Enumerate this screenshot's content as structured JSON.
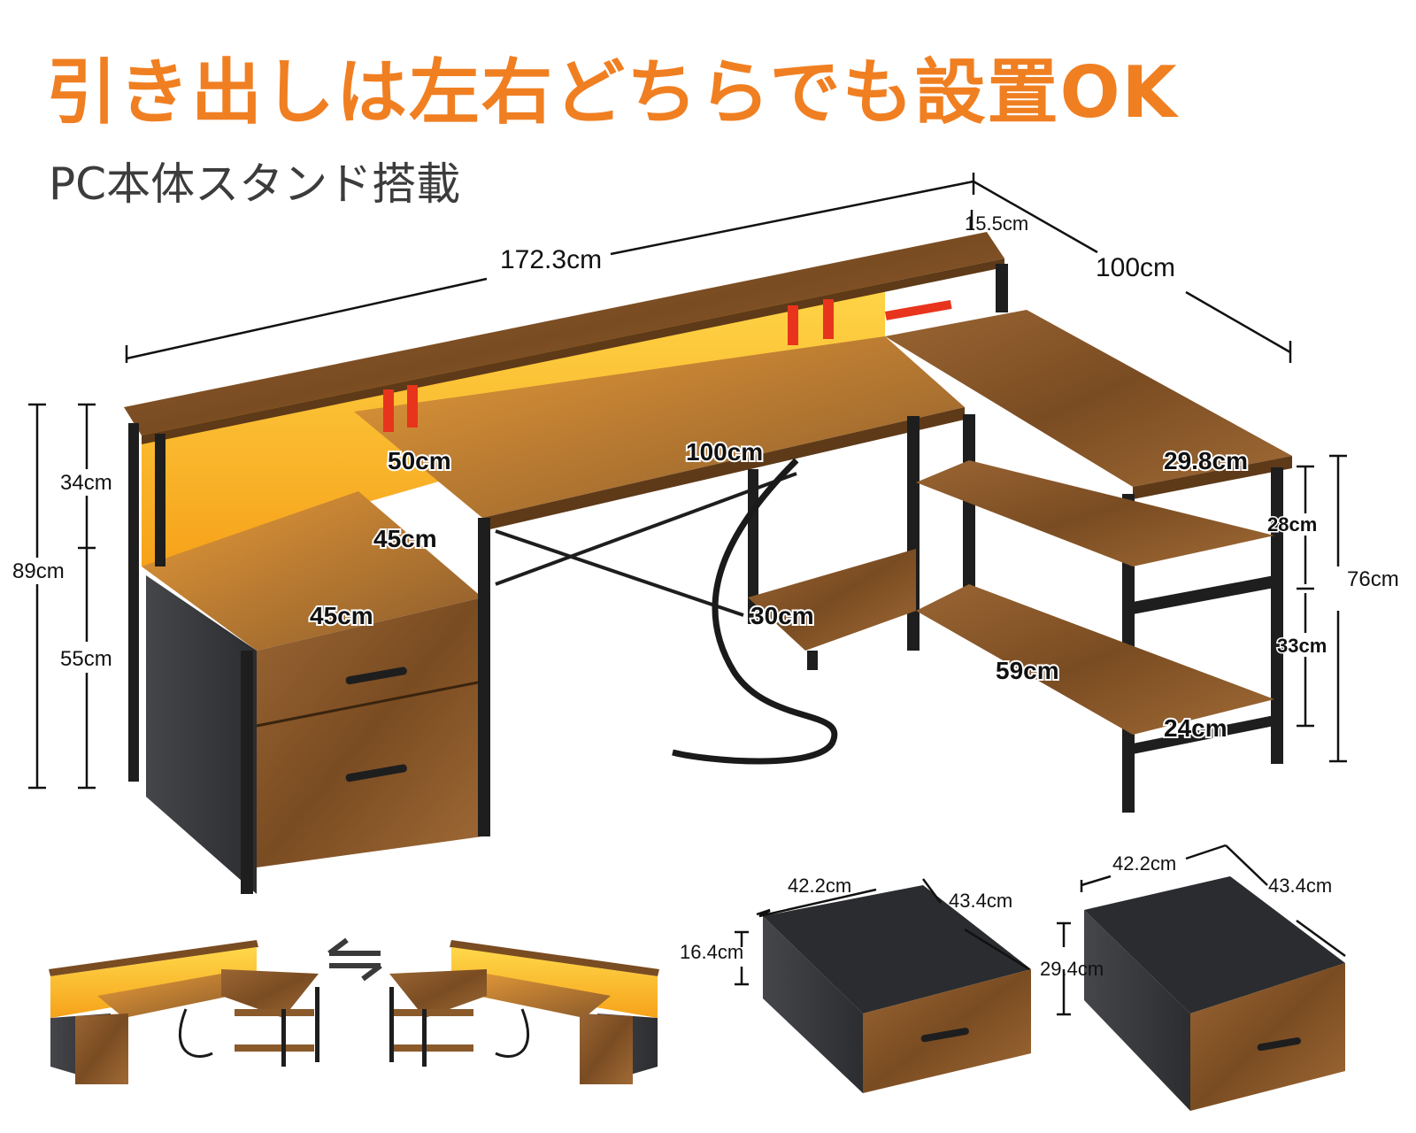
{
  "headline": "引き出しは左右どちらでも設置OK",
  "subtitle": "PC本体スタンド搭載",
  "colors": {
    "accent_orange": "#f07f22",
    "subtitle_gray": "#3c3c3c",
    "wood": "#8a5a2b",
    "wood_dark": "#5e3a18",
    "frame_black": "#1e1e1e",
    "led_yellow": "#ffc21a",
    "led_red": "#e8341c",
    "fabric_gray": "#3a3b3f"
  },
  "desk_dimensions": {
    "total_width": "172.3cm",
    "side_length": "100cm",
    "monitor_shelf_depth": "15.5cm",
    "desk_depth_left": "50cm",
    "main_desk_width": "100cm",
    "cabinet_top_depth": "45cm",
    "cabinet_top_width": "45cm",
    "side_top_depth": "29.8cm",
    "upper_height": "34cm",
    "lower_height": "55cm",
    "total_height": "89cm",
    "cpu_stand_width": "30cm",
    "bottom_shelf_length": "59cm",
    "shelf_gap_upper": "28cm",
    "shelf_gap_lower": "33cm",
    "desk_height": "76cm",
    "shelf_depth": "24cm"
  },
  "drawers": [
    {
      "width": "42.2cm",
      "depth": "43.4cm",
      "height": "16.4cm"
    },
    {
      "width": "42.2cm",
      "depth": "43.4cm",
      "height": "29.4cm"
    }
  ],
  "reversible_icon": "swap-arrows-icon"
}
